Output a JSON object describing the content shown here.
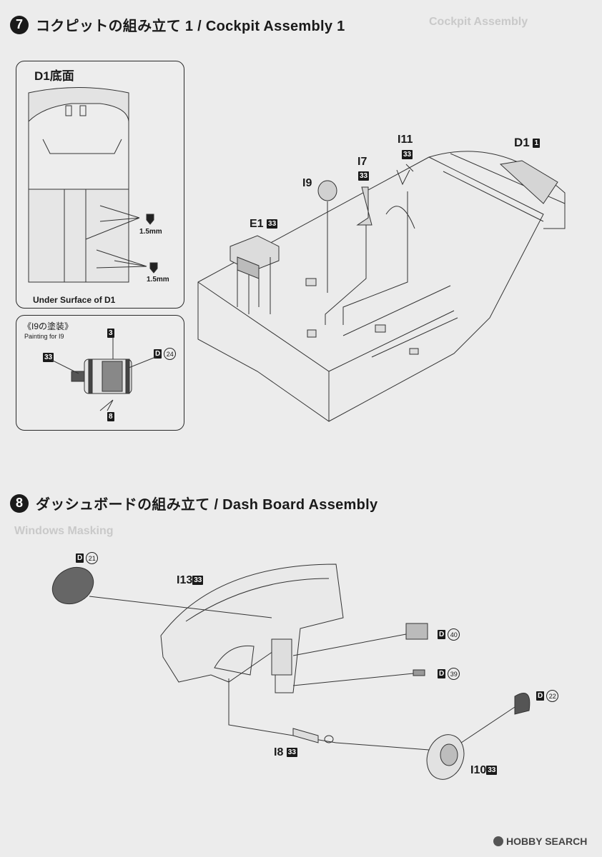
{
  "step7": {
    "number": "7",
    "title": "コクピットの組み立て 1 / Cockpit Assembly 1",
    "panel_underside": {
      "title": "D1底面",
      "caption": "Under Surface of D1",
      "drill_1": "1.5mm",
      "drill_2": "1.5mm"
    },
    "panel_painting": {
      "title": "《I9の塗装》",
      "subtitle": "Painting for I9",
      "color_top": "3",
      "color_bottom": "8",
      "color_left": "33",
      "color_right_code": "D",
      "color_right_num": "24"
    },
    "parts": {
      "d1": {
        "label": "D1",
        "badge": "1"
      },
      "i11": {
        "label": "I11",
        "badge": "33"
      },
      "i7": {
        "label": "I7",
        "badge": "33"
      },
      "i9": {
        "label": "I9"
      },
      "e1": {
        "label": "E1",
        "badge": "33"
      }
    }
  },
  "step8": {
    "number": "8",
    "title": "ダッシュボードの組み立て / Dash Board Assembly",
    "parts": {
      "i13": {
        "label": "I13",
        "badge": "33"
      },
      "i8": {
        "label": "I8",
        "badge": "33"
      },
      "i10": {
        "label": "I10",
        "badge": "33"
      }
    },
    "decals": [
      {
        "code": "D",
        "num": "21"
      },
      {
        "code": "D",
        "num": "40"
      },
      {
        "code": "D",
        "num": "39"
      },
      {
        "code": "D",
        "num": "22"
      }
    ]
  },
  "footer": {
    "brand": "HOBBY SEARCH"
  }
}
